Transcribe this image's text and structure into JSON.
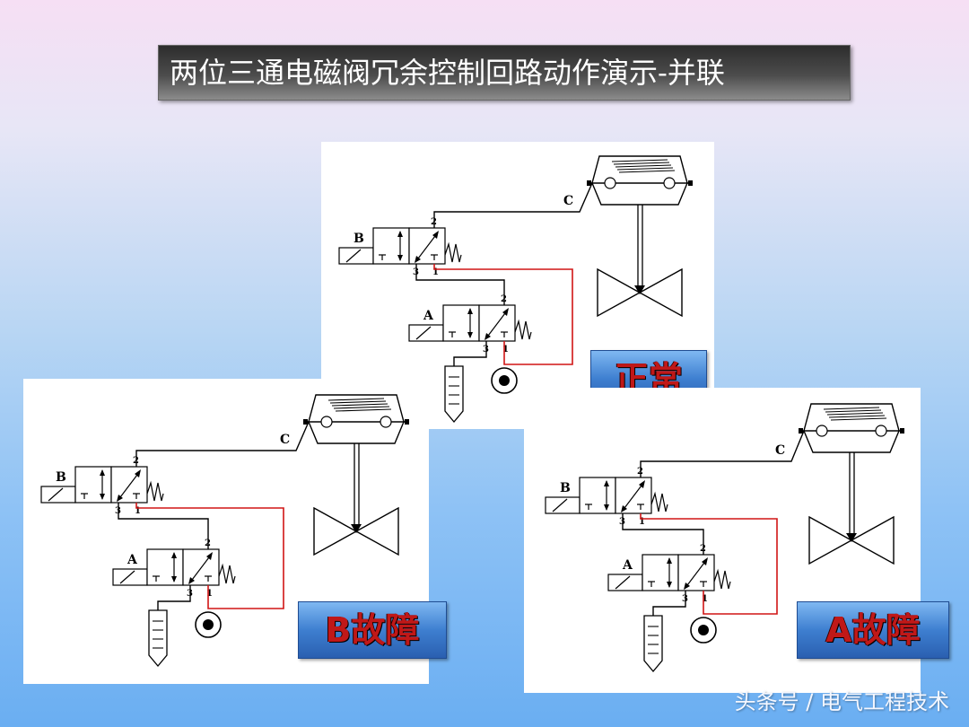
{
  "title": "两位三通电磁阀冗余控制回路动作演示-并联",
  "panels": {
    "normal": {
      "label": "正常"
    },
    "b_fault": {
      "label": "B故障"
    },
    "a_fault": {
      "label": "A故障"
    }
  },
  "diagram_labels": {
    "valve_a": "A",
    "valve_b": "B",
    "actuator": "C",
    "port_1": "1",
    "port_2": "2",
    "port_3": "3"
  },
  "colors": {
    "air_line": "#d01515",
    "label_bg": "#3e7fd0",
    "label_text": "#c01818"
  },
  "watermark": "头条号 / 电气工程技术"
}
